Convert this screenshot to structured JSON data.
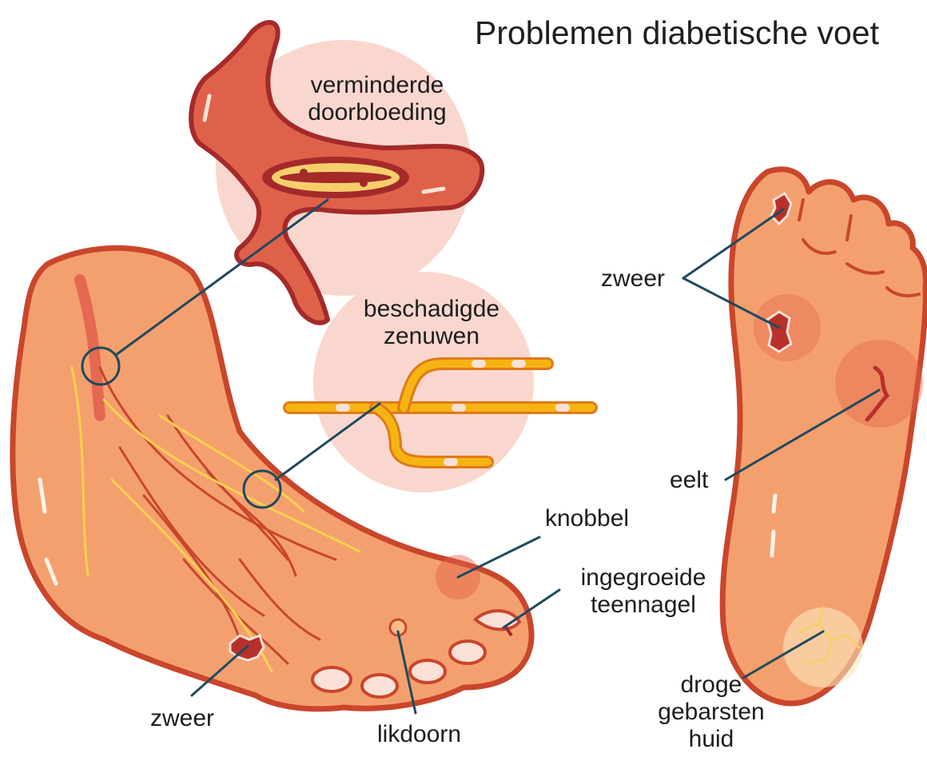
{
  "title": "Problemen diabetische voet",
  "labels": {
    "circulation": "verminderde doorbloeding",
    "circulation_l1": "verminderde",
    "circulation_l2": "doorbloeding",
    "nerves_l1": "beschadigde",
    "nerves_l2": "zenuwen",
    "bunion": "knobbel",
    "ingrown_l1": "ingegroeide",
    "ingrown_l2": "teennagel",
    "ulcer_left": "zweer",
    "corn": "likdoorn",
    "ulcer_right": "zweer",
    "callus": "eelt",
    "dry_l1": "droge",
    "dry_l2": "gebarsten",
    "dry_l3": "huid"
  },
  "colors": {
    "skin": "#f4a06e",
    "skin_light": "#f8bb8a",
    "outline": "#c9462c",
    "vessel": "#d9564a",
    "vessel_dark": "#a42a2a",
    "nerve": "#f6b413",
    "nerve_outline": "#e07a16",
    "bubble": "#f9d7cf",
    "leader": "#1f4a5e",
    "nail": "#fbe0d7"
  }
}
